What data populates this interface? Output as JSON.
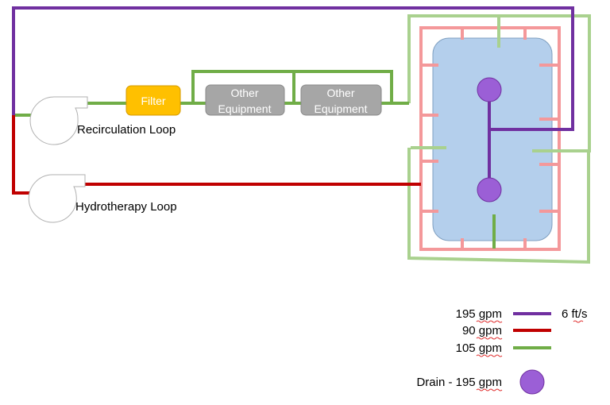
{
  "labels": {
    "filter": "Filter",
    "other_equipment_1": [
      "Other",
      "Equipment"
    ],
    "other_equipment_2": [
      "Other",
      "Equipment"
    ],
    "recirculation_loop": "Recirculation Loop",
    "hydrotherapy_loop": "Hydrotherapy Loop"
  },
  "legend": {
    "purple_flow": "195 gpm",
    "purple_velocity": "6 ft/s",
    "red_flow": "90 gpm",
    "green_flow": "105 gpm",
    "drain": "Drain - 195 gpm"
  },
  "colors": {
    "purple": "#7030a0",
    "red": "#c00000",
    "green": "#70ad47",
    "light_green": "#a9d18e",
    "pink": "#f4989a",
    "pool_fill": "#b4cfec",
    "filter_fill": "#ffc000",
    "equipment_fill": "#a6a6a6",
    "drain_fill": "#9b5fd6"
  }
}
